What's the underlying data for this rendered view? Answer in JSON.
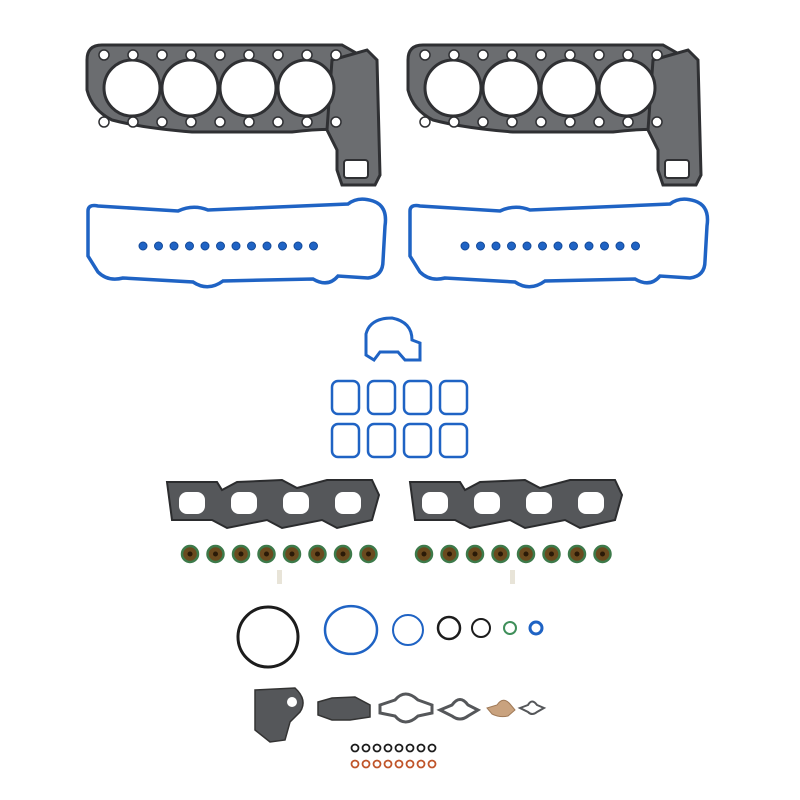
{
  "colors": {
    "background": "#ffffff",
    "head_gasket": "#2f3033",
    "head_gasket_face": "#6b6d70",
    "blue_seal": "#1f63c4",
    "manifold_gasket": "#55575a",
    "valve_seal_body": "#6a4a1e",
    "valve_seal_rim": "#3d7a4a",
    "black_oring": "#1c1c1c",
    "green_oring": "#3f8f5a",
    "copper_gasket": "#c9a27e",
    "orange_oring": "#c0552a"
  },
  "counts": {
    "head_gaskets": 2,
    "valve_cover_gaskets": 2,
    "spark_plug_tube_seals_per_cover": 12,
    "intake_port_gaskets": 8,
    "exhaust_manifold_gaskets": 2,
    "valve_stem_seals": 16,
    "small_orings_per_row": 8
  }
}
